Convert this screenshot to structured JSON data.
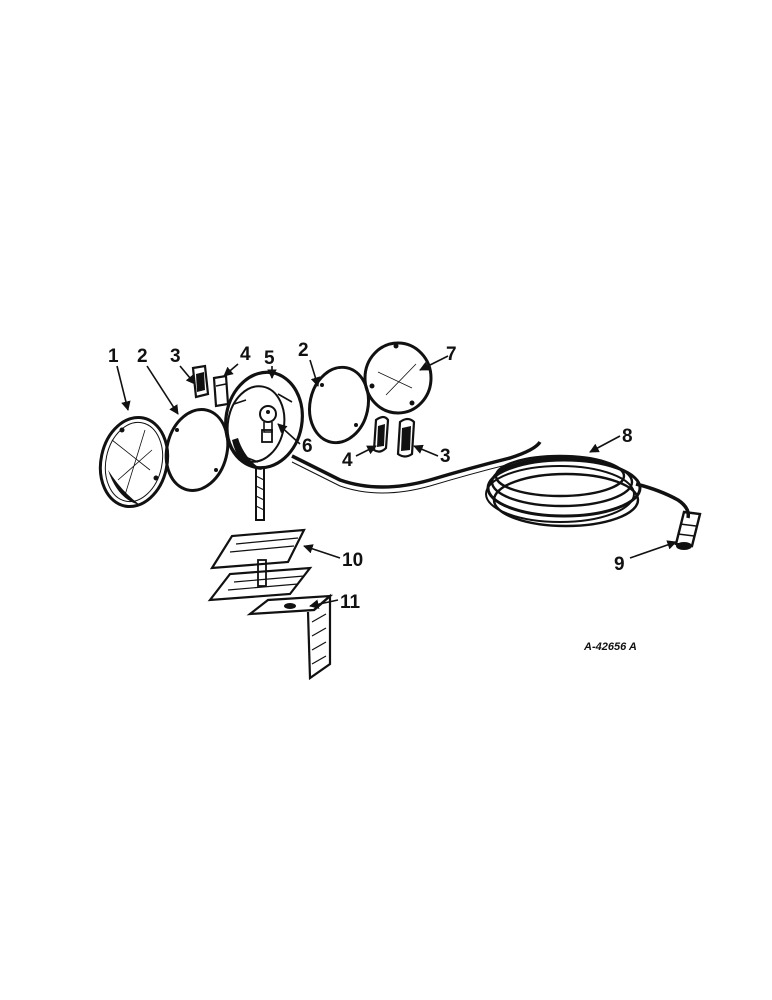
{
  "diagram": {
    "drawing_number": "A-42656 A",
    "callouts": {
      "c1": "1",
      "c2a": "2",
      "c3a": "3",
      "c4a": "4",
      "c5": "5",
      "c2b": "2",
      "c7": "7",
      "c6": "6",
      "c4b": "4",
      "c3b": "3",
      "c8": "8",
      "c9": "9",
      "c10": "10",
      "c11": "11"
    },
    "colors": {
      "ink": "#111111",
      "paper": "#ffffff"
    }
  }
}
